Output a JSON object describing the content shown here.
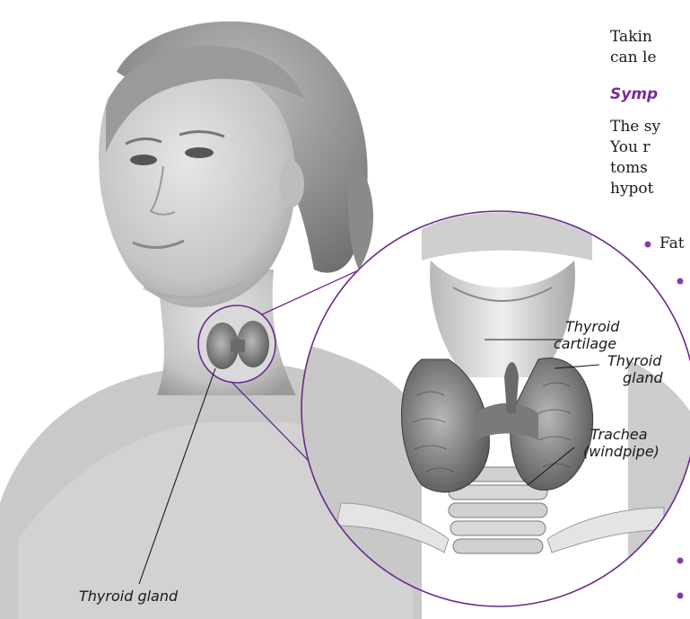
{
  "page_text": {
    "line1": "Takin",
    "line2": "can le",
    "heading": "Symp",
    "line3": "The sy",
    "line4": "You r",
    "line5": "toms",
    "line6": "hypot",
    "bullet1": "Fat"
  },
  "labels": {
    "thyroid_cartilage_1": "Thyroid",
    "thyroid_cartilage_2": "cartilage",
    "thyroid_gland_right_1": "Thyroid",
    "thyroid_gland_right_2": "gland",
    "trachea_1": "Trachea",
    "trachea_2": "(windpipe)",
    "thyroid_gland_bottom": "Thyroid gland"
  },
  "colors": {
    "accent": "#7a2a9a",
    "callout_circle": "#6a2a8a"
  }
}
